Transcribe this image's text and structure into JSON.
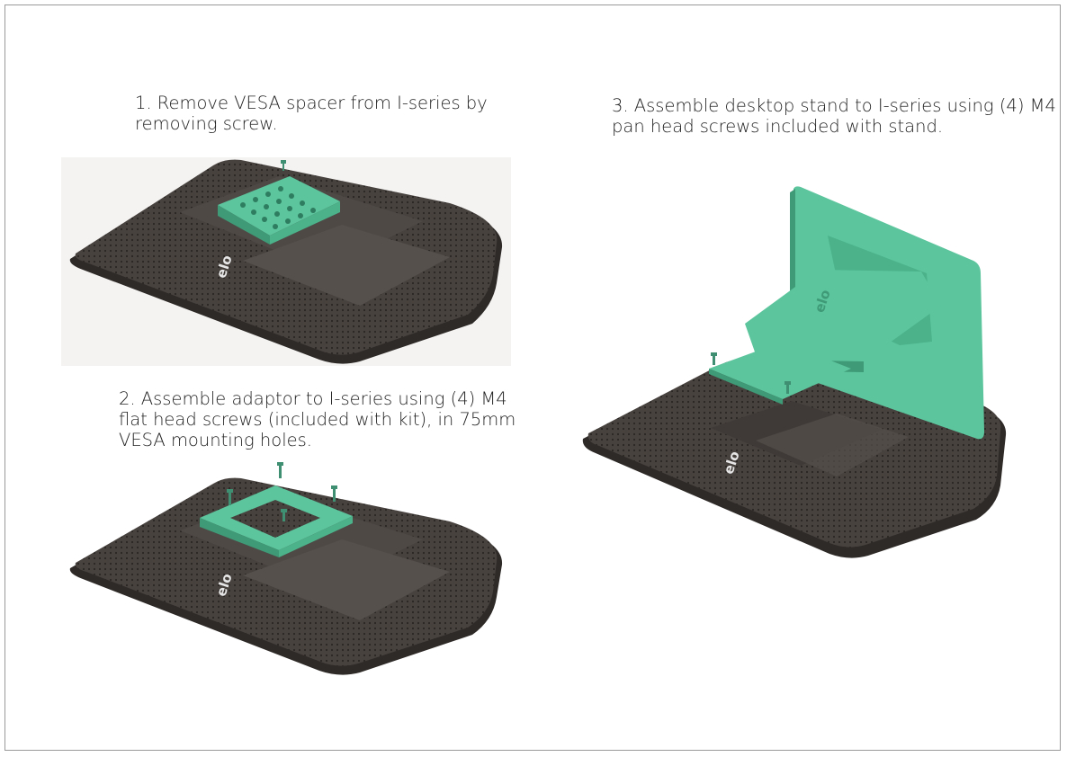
{
  "steps": [
    {
      "lines": [
        "1. Remove VESA spacer from I-series by",
        "removing screw."
      ]
    },
    {
      "lines": [
        "2. Assemble adaptor to I-series using (4) M4",
        "flat head screws (included with kit), in 75mm",
        "VESA mounting holes."
      ]
    },
    {
      "lines": [
        "3. Assemble desktop stand to I-series using (4) M4",
        "pan head screws included with stand."
      ]
    }
  ],
  "brand_logo": "elo",
  "colors": {
    "device_body": "#4a4441",
    "device_edge": "#2e2a28",
    "accessory": "#5cc59d",
    "accessory_dark": "#3e9a77",
    "screw": "#3f8f72",
    "frame_border": "#9a9a9a"
  }
}
